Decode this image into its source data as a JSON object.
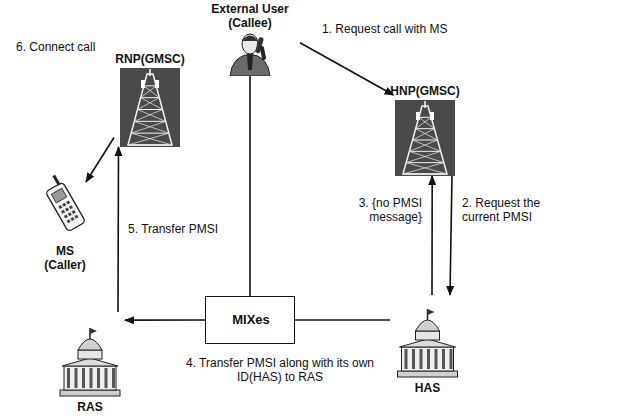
{
  "diagram": {
    "nodes": [
      {
        "text": [
          "External User (Callee)"
        ]
      },
      {
        "text": [
          "RNP(GMSC)"
        ]
      },
      {
        "text": [
          "HNP(GMSC)"
        ]
      },
      {
        "text": [
          "MS (Caller)"
        ]
      },
      {
        "text": [
          "MIXes"
        ]
      },
      {
        "text": [
          "RAS"
        ]
      },
      {
        "text": [
          "HAS"
        ]
      }
    ],
    "edges": [
      {
        "from": 0,
        "to": 2,
        "arrow": "to",
        "label": "1. Request call with MS"
      },
      {
        "from": 2,
        "to": 6,
        "arrow": "to",
        "label": "2. Request the current PMSI"
      },
      {
        "from": 6,
        "to": 2,
        "arrow": "to",
        "label": "3. {no PMSI message}"
      },
      {
        "from": 6,
        "to": 4,
        "arrow": "none"
      },
      {
        "from": 4,
        "to": 5,
        "arrow": "to",
        "label": "4. Transfer PMSI along with its own ID(HAS) to RAS"
      },
      {
        "from": 0,
        "to": 4,
        "arrow": "none"
      },
      {
        "from": 5,
        "to": 1,
        "arrow": "to",
        "label": "5. Transfer PMSI"
      },
      {
        "from": 1,
        "to": 3,
        "arrow": "to",
        "label": "6. Connect call"
      }
    ]
  }
}
